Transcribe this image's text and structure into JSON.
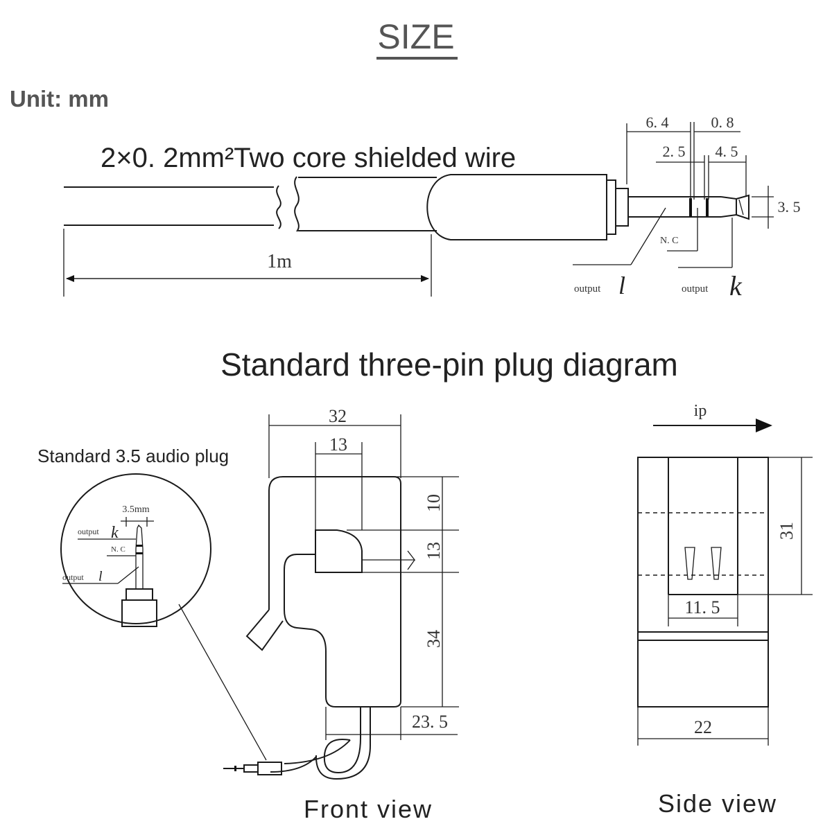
{
  "header": {
    "title": "SIZE",
    "unit": "Unit: mm"
  },
  "cable": {
    "wire_label": "2×0. 2mm²Two core shielded wire",
    "length": "1m",
    "dim_6_4": "6. 4",
    "dim_0_8": "0. 8",
    "dim_2_5": "2. 5",
    "dim_4_5": "4. 5",
    "dim_3_5": "3. 5",
    "nc": "N. C",
    "output_word": "output",
    "output_l_letter": "l",
    "output_k_letter": "k"
  },
  "section": {
    "title": "Standard three-pin plug diagram"
  },
  "audio_plug": {
    "title": "Standard 3.5 audio plug",
    "dim": "3.5mm",
    "output_k": "output",
    "k_letter": "k",
    "nc": "N. C",
    "output_l": "output",
    "l_letter": "l"
  },
  "front_view": {
    "caption": "Front view",
    "dim_32": "32",
    "dim_13_top": "13",
    "dim_10": "10",
    "dim_13_side": "13",
    "dim_34": "34",
    "dim_23_5": "23. 5"
  },
  "side_view": {
    "caption": "Side view",
    "ip": "ip",
    "dim_31": "31",
    "dim_11_5": "11. 5",
    "dim_22": "22"
  }
}
